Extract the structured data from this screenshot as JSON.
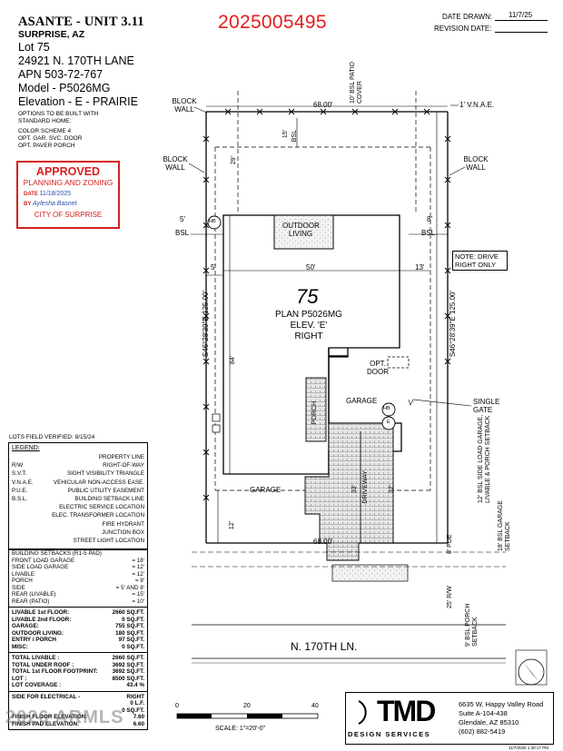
{
  "permit_number": "2025005495",
  "header": {
    "title": "ASANTE - UNIT 3.11",
    "city": "SURPRISE, AZ",
    "lot": "Lot 75",
    "address": "24921 N. 170TH LANE",
    "apn": "APN 503-72-767",
    "model": "Model - P5026MG",
    "elevation": "Elevation - E - PRAIRIE",
    "options_intro": "OPTIONS TO BE BUILT WITH STANDARD HOME:",
    "options": [
      "COLOR SCHEME 4",
      "OPT. GAR. SVC. DOOR",
      "OPT. PAVER PORCH"
    ],
    "date_drawn_label": "DATE DRAWN:",
    "date_drawn": "11/7/25",
    "revision_label": "REVISION DATE:"
  },
  "stamp": {
    "title": "APPROVED",
    "subtitle": "PLANNING AND ZONING",
    "date_label": "DATE",
    "date": "11/18/2025",
    "by_label": "BY",
    "by": "Aylesha Basnet",
    "city": "CITY OF SURPRISE"
  },
  "lots_verified": "LOTS FIELD VERIFIED: 8/15/24",
  "legend": {
    "title": "LEGEND:",
    "items": [
      {
        "abbr": "",
        "desc": "PROPERTY LINE"
      },
      {
        "abbr": "R/W",
        "desc": "RIGHT-OF-WAY"
      },
      {
        "abbr": "S.V.T.",
        "desc": "SIGHT VISIBILITY TRIANGLE"
      },
      {
        "abbr": "V.N.A.E.",
        "desc": "VEHICULAR NON-ACCESS EASE."
      },
      {
        "abbr": "P.U.E.",
        "desc": "PUBLIC UTILITY EASEMENT"
      },
      {
        "abbr": "B.S.L.",
        "desc": "BUILDING SETBACK LINE"
      },
      {
        "abbr": "",
        "desc": "ELECTRIC SERVICE LOCATION"
      },
      {
        "abbr": "",
        "desc": "ELEC. TRANSFORMER LOCATION"
      },
      {
        "abbr": "",
        "desc": "FIRE HYDRANT"
      },
      {
        "abbr": "",
        "desc": "JUNCTION BOX"
      },
      {
        "abbr": "",
        "desc": "STREET LIGHT LOCATION"
      }
    ]
  },
  "setbacks": {
    "title": "BUILDING SETBACKS (R1-5 PAD)",
    "rows": [
      {
        "k": "FRONT LOAD GARAGE",
        "v": "= 18'"
      },
      {
        "k": "SIDE LOAD GARAGE",
        "v": "= 12'"
      },
      {
        "k": "LIVABLE",
        "v": "= 12'"
      },
      {
        "k": "PORCH",
        "v": "= 9'"
      },
      {
        "k": "SIDE",
        "v": "= 5' AND 8'"
      },
      {
        "k": "REAR (LIVABLE)",
        "v": "= 15'"
      },
      {
        "k": "REAR (PATIO)",
        "v": "= 10'"
      }
    ]
  },
  "areas": [
    {
      "k": "LIVABLE 1st FLOOR:",
      "v": "2660",
      "u": "SQ.FT."
    },
    {
      "k": "LIVABLE 2nd FLOOR:",
      "v": "0",
      "u": "SQ.FT."
    },
    {
      "k": "GARAGE:",
      "v": "755",
      "u": "SQ.FT."
    },
    {
      "k": "OUTDOOR LIVING:",
      "v": "180",
      "u": "SQ.FT."
    },
    {
      "k": "ENTRY / PORCH",
      "v": "97",
      "u": "SQ.FT."
    },
    {
      "k": "MISC:",
      "v": "0",
      "u": "SQ.FT."
    }
  ],
  "totals": [
    {
      "k": "TOTAL LIVABLE :",
      "v": "2660",
      "u": "SQ.FT."
    },
    {
      "k": "TOTAL UNDER ROOF :",
      "v": "3692",
      "u": "SQ.FT."
    },
    {
      "k": "TOTAL 1st FLOOR FOOTPRINT:",
      "v": "3692",
      "u": "SQ.FT."
    },
    {
      "k": "LOT :",
      "v": "8500",
      "u": "SQ.FT."
    },
    {
      "k": "LOT COVERAGE :",
      "v": "43.4",
      "u": "%"
    }
  ],
  "bottom_rows": [
    {
      "k": "SIDE FOR ELECTRICAL -",
      "v": "RIGHT",
      "u": ""
    },
    {
      "k": "",
      "v": "0",
      "u": "L.F."
    },
    {
      "k": "",
      "v": "0",
      "u": "SQ.FT."
    },
    {
      "k": "FINISH FLOOR ELEVATION:",
      "v": "7.60",
      "u": ""
    },
    {
      "k": "FINISH PAD ELEVATION:",
      "v": "6.60",
      "u": ""
    }
  ],
  "watermark": "2026 ARMLS",
  "plan": {
    "lot_number": "75",
    "plan_label": "PLAN P5026MG",
    "elev_label": "ELEV. 'E'",
    "hand_label": "RIGHT",
    "outdoor_living": "OUTDOOR LIVING",
    "opt_door": "OPT. DOOR",
    "garage_main": "GARAGE",
    "garage_lower": "GARAGE",
    "porch": "PORCH",
    "driveway": "DRIVEWAY",
    "note": "NOTE: DRIVE RIGHT ONLY",
    "single_gate": "SINGLE GATE",
    "block_wall_left_top": "BLOCK WALL",
    "block_wall_left": "BLOCK WALL",
    "block_wall_right": "BLOCK WALL",
    "vnae": "1' V.N.A.E.",
    "patio_bsl": "10' BSL PATIO COVER",
    "dim_top": "68.00'",
    "dim_bottom": "68.00'",
    "dim_15": "15'",
    "bsl_label": "BSL",
    "dim_29": "29'",
    "dim_5_bsl": "5'",
    "bsl_left": "BSL",
    "dim_8_bsl": "8'",
    "bsl_right": "BSL",
    "dim_5": "5'",
    "dim_50": "50'",
    "dim_13": "13'",
    "dim_84": "84'",
    "bearing_left": "S46°28'39\"E 125.00'",
    "bearing_right": "S46°28'39\"E 125.00'",
    "dim_12": "12'",
    "dim_33": "33'",
    "dim_32": "32'",
    "side_load_setback": "12' BSL SIDE LOAD GARAGE, LIVABLE & PORCH SETBACK",
    "garage_setback": "18' BSL GARAGE SETBACK",
    "pue": "8' PUE",
    "rw": "25' R/W",
    "porch_setback": "9' BSL PORCH SETBACK",
    "street": "N. 170TH LN.",
    "hb": "HB",
    "e": "E"
  },
  "scale": {
    "ticks": [
      "0",
      "20",
      "40"
    ],
    "label": "SCALE: 1\"=20'-0\""
  },
  "company": {
    "logo": "TMD",
    "tagline": "DESIGN SERVICES",
    "address1": "6635 W. Happy Valley Road",
    "address2": "Suite A-104-438",
    "address3": "Glendale, AZ 85310",
    "phone": "(602) 882-5419"
  },
  "footer_stamp": "11/7/2025 1:30:17 PM"
}
